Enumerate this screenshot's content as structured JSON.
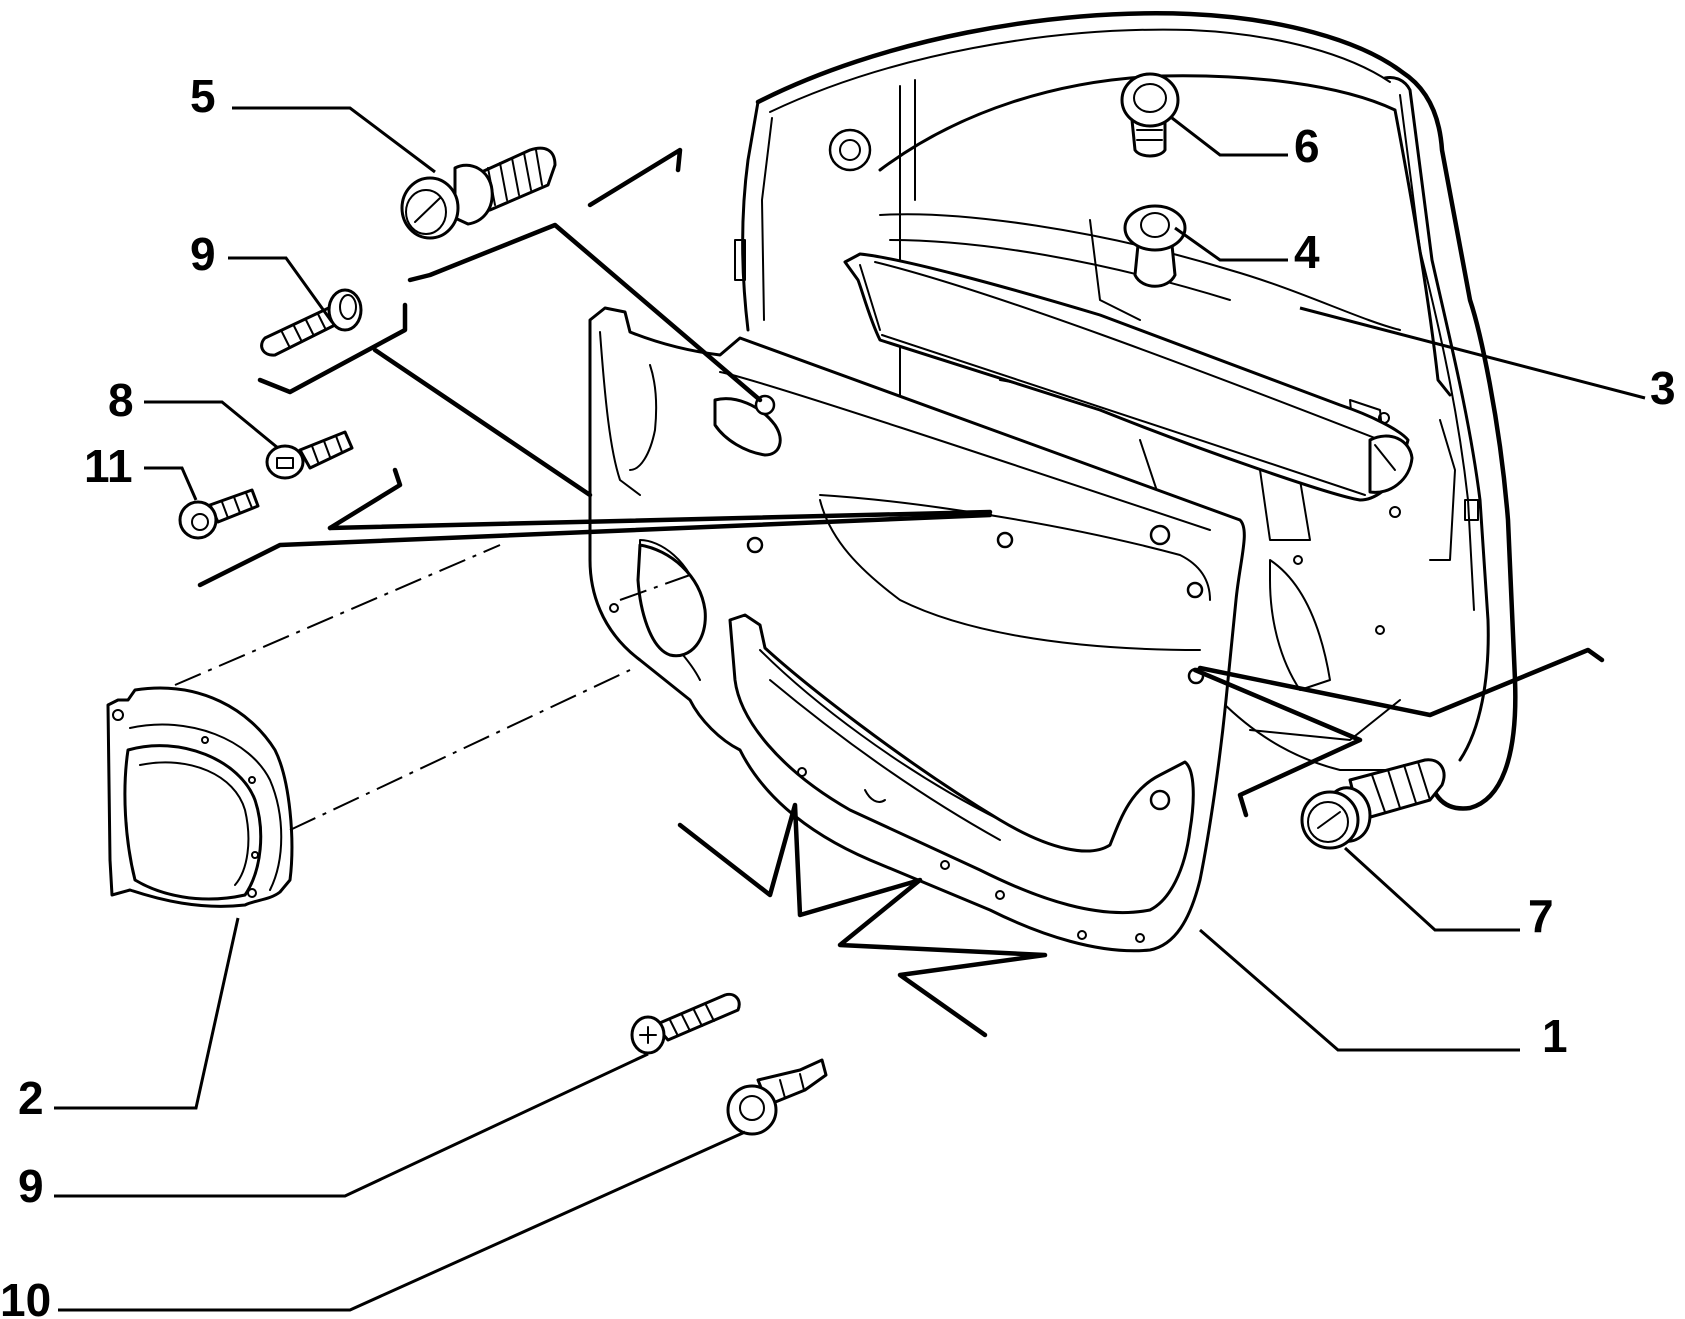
{
  "callouts": [
    {
      "id": "callout-1",
      "label": "1"
    },
    {
      "id": "callout-2",
      "label": "2"
    },
    {
      "id": "callout-3",
      "label": "3"
    },
    {
      "id": "callout-4",
      "label": "4"
    },
    {
      "id": "callout-5",
      "label": "5"
    },
    {
      "id": "callout-6",
      "label": "6"
    },
    {
      "id": "callout-7",
      "label": "7"
    },
    {
      "id": "callout-8",
      "label": "8"
    },
    {
      "id": "callout-9-top",
      "label": "9"
    },
    {
      "id": "callout-9-bottom",
      "label": "9"
    },
    {
      "id": "callout-10",
      "label": "10"
    },
    {
      "id": "callout-11",
      "label": "11"
    }
  ],
  "parts": {
    "door_frame": "door-frame",
    "door_trim_panel": "door-trim-panel",
    "speaker_grille": "speaker-grille",
    "window_weatherstrip": "window-weatherstrip",
    "clip_grommet": "clip-grommet",
    "clip_cap": "clip-cap",
    "door_lock_cylinder": "door-lock-cylinder",
    "screw": "screw",
    "push_rivet": "push-rivet"
  }
}
